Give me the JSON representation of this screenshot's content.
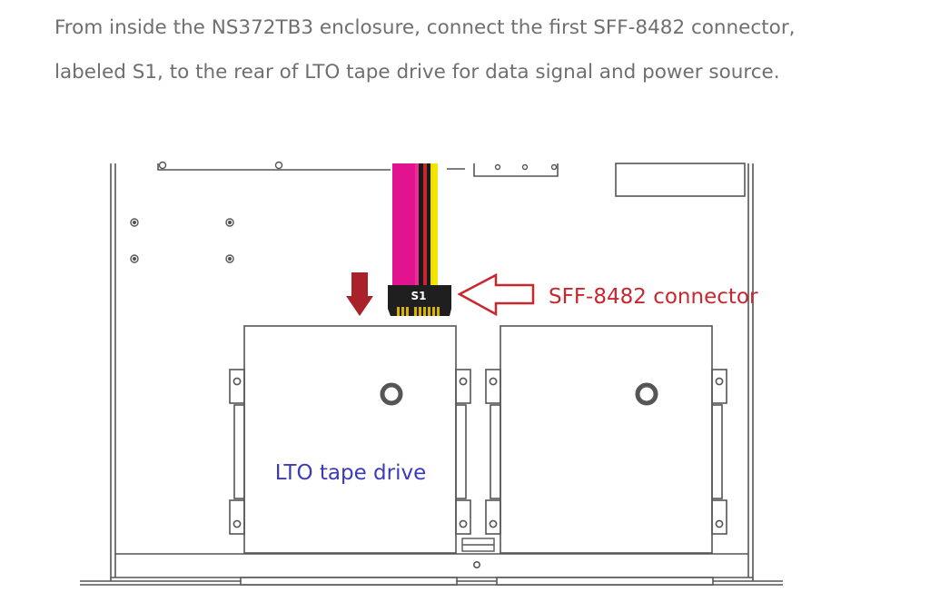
{
  "instruction": {
    "line1": "From inside the NS372TB3 enclosure, connect the first SFF-8482 connector,",
    "line2": "labeled S1, to the rear of LTO tape drive for data signal and power source."
  },
  "diagram": {
    "connector_tag": "S1",
    "connector_callout": "SFF-8482 connector",
    "drive_label": "LTO tape drive"
  },
  "colors": {
    "callout_red": "#c8282d",
    "drive_label_blue": "#3b3bb8",
    "cable_pink": "#e2138e",
    "cable_yellow": "#f5e600",
    "line_gray": "#555555"
  }
}
